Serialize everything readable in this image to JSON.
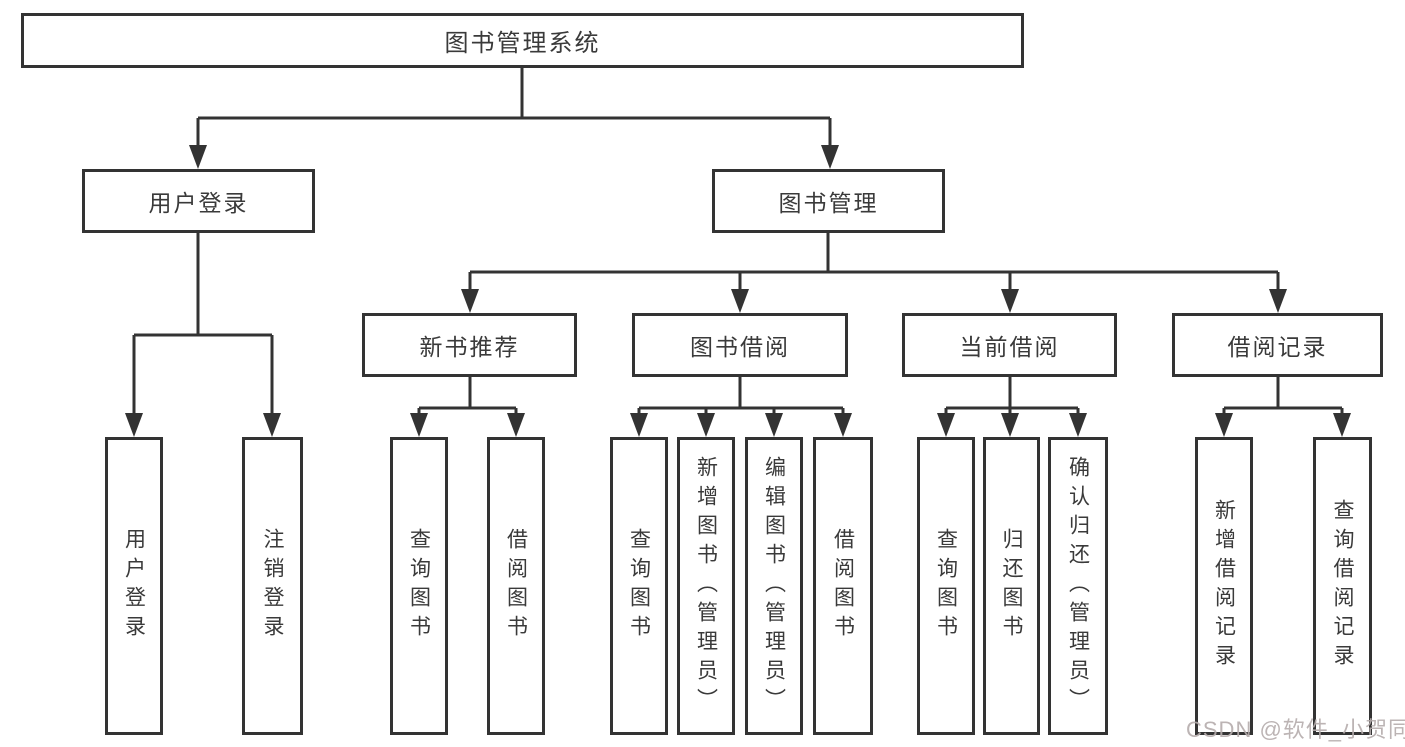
{
  "diagram": {
    "type": "hierarchy-tree",
    "title": "图书管理系统"
  },
  "tree": {
    "root": {
      "label": "图书管理系统"
    },
    "level2": [
      {
        "label": "用户登录",
        "children": [
          {
            "label": "用户登录"
          },
          {
            "label": "注销登录"
          }
        ]
      },
      {
        "label": "图书管理",
        "children": [
          {
            "label": "新书推荐",
            "children": [
              {
                "label": "查询图书"
              },
              {
                "label": "借阅图书"
              }
            ]
          },
          {
            "label": "图书借阅",
            "children": [
              {
                "label": "查询图书"
              },
              {
                "label": "新增图书（管理员）"
              },
              {
                "label": "编辑图书（管理员）"
              },
              {
                "label": "借阅图书"
              }
            ]
          },
          {
            "label": "当前借阅",
            "children": [
              {
                "label": "查询图书"
              },
              {
                "label": "归还图书"
              },
              {
                "label": "确认归还（管理员）"
              }
            ]
          },
          {
            "label": "借阅记录",
            "children": [
              {
                "label": "新增借阅记录"
              },
              {
                "label": "查询借阅记录"
              }
            ]
          }
        ]
      }
    ]
  },
  "watermark": {
    "text": "CSDN @软件_小贺同学"
  },
  "colors": {
    "line": "#333333",
    "text": "#3a3a3a",
    "box-bg": "#ffffff",
    "background": "#ffffff",
    "watermark": "#b5acac"
  }
}
